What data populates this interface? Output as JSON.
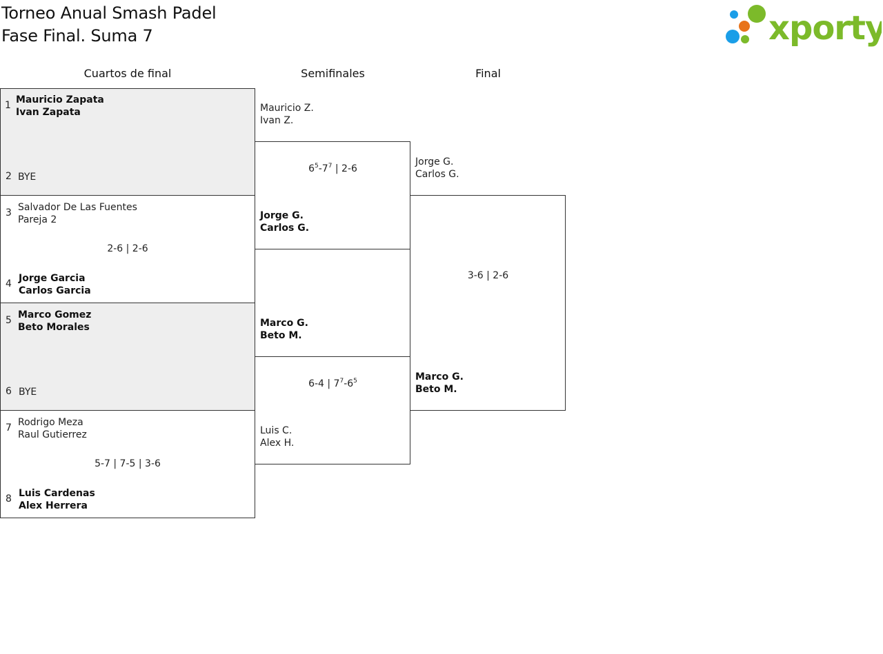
{
  "header": {
    "title_line1": "Torneo Anual Smash Padel",
    "title_line2": "Fase Final. Suma 7"
  },
  "logo": {
    "text": "xporty",
    "dot_colors": [
      "#1a9ee8",
      "#e8731a",
      "#7cba2a"
    ],
    "text_color": "#7cba2a"
  },
  "rounds": {
    "quarterfinals": "Cuartos de final",
    "semifinals": "Semifinales",
    "final": "Final"
  },
  "quarterfinals": [
    {
      "top": {
        "seed": "1",
        "p1": "Mauricio Zapata",
        "p2": "Ivan Zapata"
      },
      "bottom": {
        "seed": "2",
        "bye": "BYE"
      },
      "score": ""
    },
    {
      "top": {
        "seed": "3",
        "p1": "Salvador De Las Fuentes",
        "p2": "Pareja 2"
      },
      "bottom": {
        "seed": "4",
        "p1": "Jorge Garcia",
        "p2": "Carlos Garcia"
      },
      "score": "2-6 | 2-6"
    },
    {
      "top": {
        "seed": "5",
        "p1": "Marco Gomez",
        "p2": "Beto Morales"
      },
      "bottom": {
        "seed": "6",
        "bye": "BYE"
      },
      "score": ""
    },
    {
      "top": {
        "seed": "7",
        "p1": "Rodrigo Meza",
        "p2": "Raul Gutierrez"
      },
      "bottom": {
        "seed": "8",
        "p1": "Luis Cardenas",
        "p2": "Alex Herrera"
      },
      "score": "5-7 | 7-5 | 3-6"
    }
  ],
  "semifinals": [
    {
      "top": {
        "p1": "Mauricio Z.",
        "p2": "Ivan Z."
      },
      "bottom": {
        "p1": "Jorge G.",
        "p2": "Carlos G."
      },
      "score": {
        "a": "6",
        "a_sup": "5",
        "b": "-7",
        "b_sup": "7",
        "rest": " | 2-6"
      }
    },
    {
      "top": {
        "p1": "Marco G.",
        "p2": "Beto M."
      },
      "bottom": {
        "p1": "Luis C.",
        "p2": "Alex H."
      },
      "score": {
        "a": "6-4 | 7",
        "a_sup": "7",
        "b": "-6",
        "b_sup": "5",
        "rest": ""
      }
    }
  ],
  "final": {
    "top": {
      "p1": "Jorge G.",
      "p2": "Carlos G."
    },
    "bottom": {
      "p1": "Marco G.",
      "p2": "Beto M."
    },
    "score": "3-6 | 2-6"
  }
}
